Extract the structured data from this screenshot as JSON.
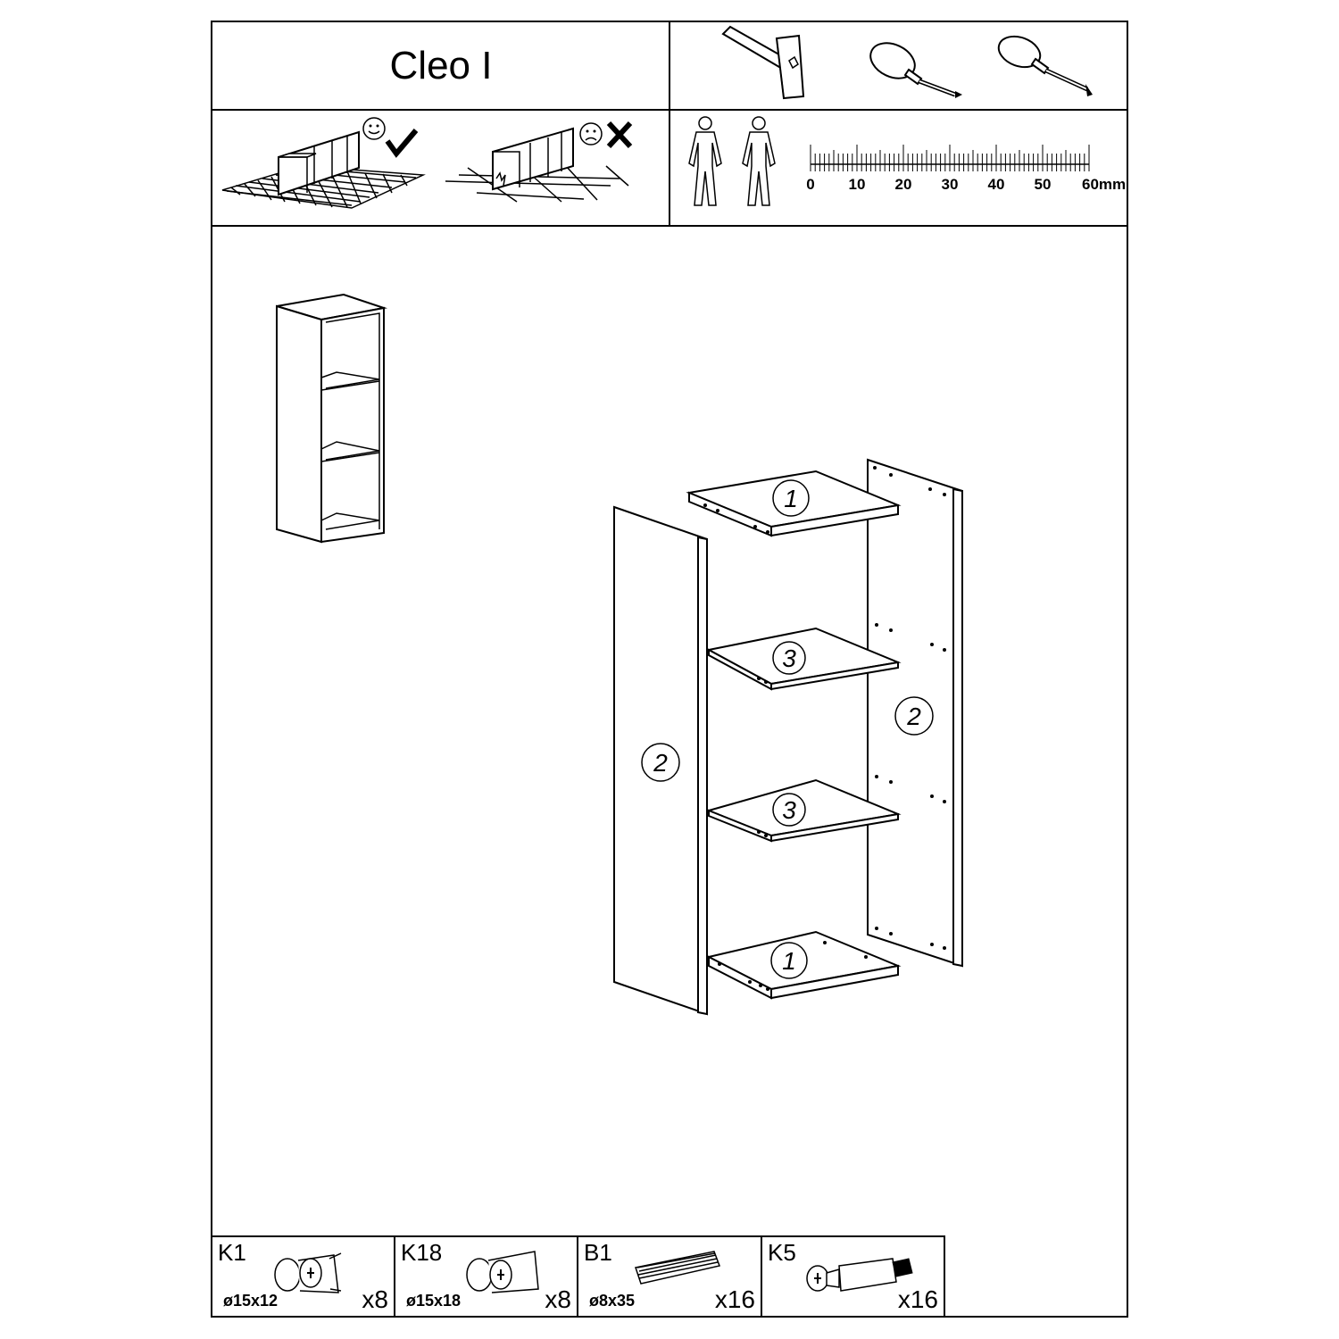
{
  "header": {
    "title": "Cleo I"
  },
  "tools": [
    "hammer-icon",
    "phillips-screwdriver-icon",
    "flathead-screwdriver-icon"
  ],
  "floor_hint": {
    "good": "assemble on soft surface",
    "bad": "do not assemble on hard surface"
  },
  "people_required": 2,
  "ruler": {
    "labels": [
      "0",
      "10",
      "20",
      "30",
      "40",
      "50",
      "60mm"
    ]
  },
  "panels": {
    "top_shelf": "1",
    "middle_shelf_upper": "3",
    "left_side": "2",
    "right_side": "2",
    "middle_shelf_lower": "3",
    "bottom_shelf": "1"
  },
  "hardware": [
    {
      "code": "K1",
      "size": "ø15x12",
      "qty": "x8",
      "icon": "cam-lock-icon"
    },
    {
      "code": "K18",
      "size": "ø15x18",
      "qty": "x8",
      "icon": "cam-lock-long-icon"
    },
    {
      "code": "B1",
      "size": "ø8x35",
      "qty": "x16",
      "icon": "wooden-dowel-icon"
    },
    {
      "code": "K5",
      "size": "",
      "qty": "x16",
      "icon": "cam-bolt-icon"
    }
  ]
}
